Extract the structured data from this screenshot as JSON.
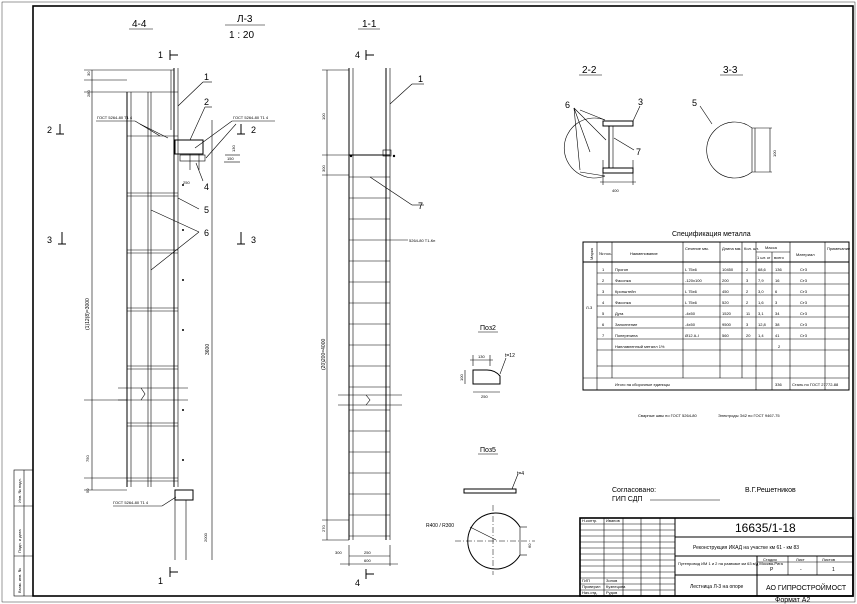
{
  "views": {
    "section_4_4": "4-4",
    "ladder_mark": "Л-3",
    "scale": "1 : 20",
    "section_1_1": "1-1",
    "section_2_2": "2-2",
    "section_3_3": "3-3",
    "pos2": "Поз2",
    "pos5": "Поз5"
  },
  "cut_labels": {
    "c1": "1",
    "c2": "2",
    "c3": "3",
    "c4": "4"
  },
  "callouts": {
    "n1": "1",
    "n2": "2",
    "n3": "3",
    "n4": "4",
    "n5": "5",
    "n6": "6",
    "n7": "7"
  },
  "dims_left": {
    "d30": "30",
    "d280": "280",
    "d130": "130",
    "d250": "250",
    "d150": "150",
    "total": "(1)12(8)=3000",
    "d3600": "3600",
    "d750": "750",
    "d50": "50",
    "d2000": "2000"
  },
  "dims_mid": {
    "d100": "100",
    "d300": "300",
    "total": "(20)200=4000",
    "d270": "270",
    "d250": "250",
    "d600": "600",
    "d300b": "300"
  },
  "weld_notes": {
    "w1": "ГОСТ 5264-80 Т1 4",
    "w2": "ГОСТ 5264-80 Т1 4",
    "w3": "ГОСТ 5264-80 Т1 4",
    "w4": "5264-80 Т1-Кн"
  },
  "pos_dims": {
    "d130": "130",
    "t12": "t=12",
    "d100": "100",
    "d250": "250",
    "t4": "t=4",
    "r": "R400 / R300",
    "d60": "60"
  },
  "sec_dims": {
    "d400": "400",
    "d100": "100",
    "d120": "120"
  },
  "spec": {
    "title": "Спецификация металла",
    "headers": {
      "mark": "Марка",
      "no": "№ поз.",
      "name": "Наименование",
      "section": "Сечение мм.",
      "length": "Длина мм.",
      "qty": "Кол. шт.",
      "mass": "Масса",
      "mass_one": "1 шт. кг",
      "mass_all": "всего",
      "material": "Материал",
      "note": "Примечание"
    },
    "mark_value": "Л-3",
    "rows": [
      {
        "no": "1",
        "name": "Прогон",
        "section": "L 75х6",
        "length": "10450",
        "qty": "2",
        "m1": "68,6",
        "mall": "136",
        "mat": "Ст3"
      },
      {
        "no": "2",
        "name": "Фасонка",
        "section": "-120х100",
        "length": "200",
        "qty": "3",
        "m1": "7,9",
        "mall": "16",
        "mat": "Ст3"
      },
      {
        "no": "3",
        "name": "Кронштейн",
        "section": "L 75х6",
        "length": "450",
        "qty": "2",
        "m1": "3,0",
        "mall": "6",
        "mat": "Ст3"
      },
      {
        "no": "4",
        "name": "Фасонка",
        "section": "L 75х6",
        "length": "520",
        "qty": "2",
        "m1": "1,6",
        "mall": "3",
        "mat": "Ст3"
      },
      {
        "no": "5",
        "name": "Дуга",
        "section": "-4х50",
        "length": "1520",
        "qty": "11",
        "m1": "3,1",
        "mall": "34",
        "mat": "Ст3"
      },
      {
        "no": "6",
        "name": "Заполнение",
        "section": "-4х50",
        "length": "9500",
        "qty": "3",
        "m1": "12,8",
        "mall": "38",
        "mat": "Ст3"
      },
      {
        "no": "7",
        "name": "Поперечина",
        "section": "Ø12 А-I",
        "length": "560",
        "qty": "20",
        "m1": "1,4",
        "mall": "41",
        "mat": "Ст3"
      }
    ],
    "weld_row": "Наплавленный металл 1%",
    "weld_mass": "2",
    "total_label": "Итого на сборочные единицы",
    "total_mass": "336",
    "steel_note": "Сталь по ГОСТ 27772-88",
    "note_left": "Сварные швы по ГОСТ 5264-80",
    "note_right": "Электроды Э42 по ГОСТ 9467-75"
  },
  "approval": {
    "agreed": "Согласовано:",
    "gip": "ГИП СДП",
    "author": "В.Г.Решетников"
  },
  "title_block": {
    "doc_no": "16635/1-18",
    "project": "Реконструкция ИКАД на участке км 61 - км 83",
    "object": "Путепровод ИМ 1 и 2 на развязке км 63 в/д Москва-Рига",
    "stage_h": "Стадия",
    "sheet_h": "Лист",
    "sheets_h": "Листов",
    "stage": "Р",
    "sheet": "-",
    "sheets": "1",
    "drawing": "Лестница Л-3 на опоре",
    "company": "АО ГИПРОСТРОЙМОСТ",
    "format": "Формат А2",
    "roles": [
      {
        "role": "Н.контр.",
        "name": "Иванов"
      },
      {
        "role": "Разраб.",
        "name": ""
      },
      {
        "role": "ГИП",
        "name": "Зонов"
      },
      {
        "role": "Проверил",
        "name": "Кузнецова"
      },
      {
        "role": "Нач.отд.",
        "name": "Рудов"
      }
    ],
    "col_headers": [
      "Изм.",
      "Кол.уч.",
      "Лист",
      "№ док.",
      "Подп.",
      "Дата"
    ]
  },
  "side_stamp": {
    "inv": "Инв. № подл.",
    "sign": "Подп. и дата",
    "vzam": "Взам. инв. №"
  }
}
